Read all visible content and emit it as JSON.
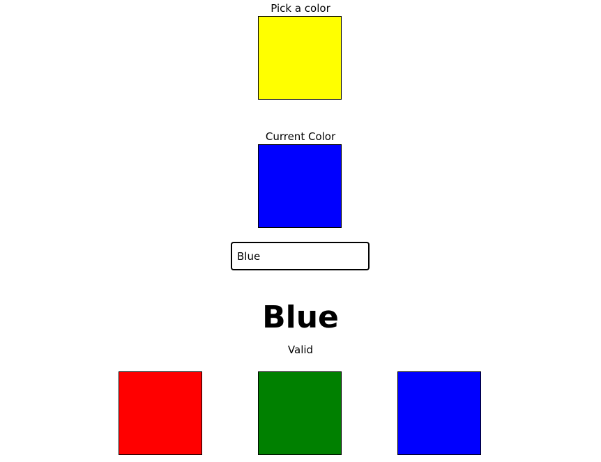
{
  "picker": {
    "title": "Pick a color",
    "swatch_color": "#ffff00"
  },
  "current": {
    "title": "Current Color",
    "swatch_color": "#0000ff"
  },
  "input": {
    "value": "Blue"
  },
  "result": {
    "color_name": "Blue",
    "status": "Valid"
  },
  "options": [
    {
      "color": "#ff0000",
      "icon": "red-swatch"
    },
    {
      "color": "#008000",
      "icon": "green-swatch"
    },
    {
      "color": "#0000ff",
      "icon": "blue-swatch"
    }
  ]
}
